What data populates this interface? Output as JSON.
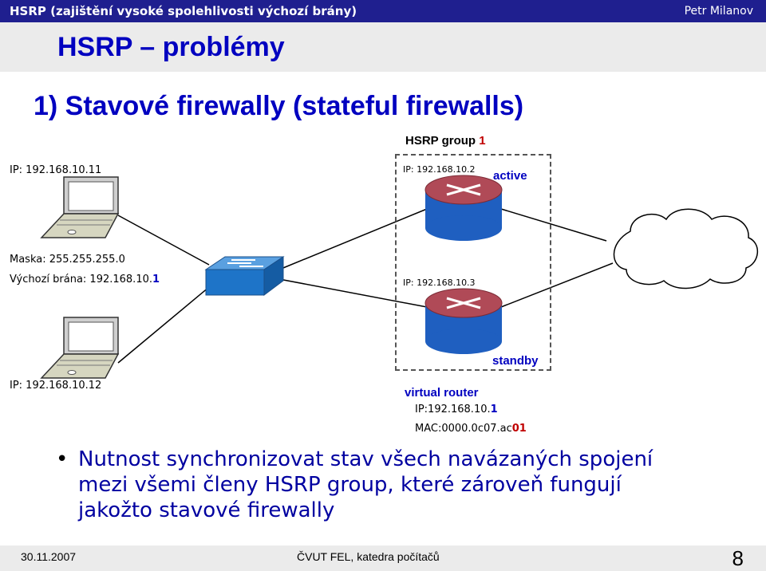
{
  "header": {
    "slide_topic": "HSRP (zajištění vysoké spolehlivosti výchozí brány)",
    "author": "Petr Milanov"
  },
  "title": "HSRP – problémy",
  "subtitle": "1) Stavové firewally (stateful firewalls)",
  "diagram": {
    "group_label": "HSRP group ",
    "group_number": "1",
    "router1_ip": "IP: 192.168.10.2",
    "router1_state": "active",
    "router2_ip": "IP: 192.168.10.3",
    "router2_state": "standby",
    "pc1_ip": "IP: 192.168.10.11",
    "pc2_ip": "IP: 192.168.10.12",
    "mask": "Maska: 255.255.255.0",
    "gateway_prefix": "Výchozí brána: 192.168.10.",
    "gateway_suffix": "1",
    "virtual_router_label": "virtual router",
    "vr_ip_prefix": "IP:192.168.10.",
    "vr_ip_suffix": "1",
    "vr_mac_prefix": "MAC:0000.0c07.ac",
    "vr_mac_suffix": "01"
  },
  "bullet": "Nutnost synchronizovat stav všech navázaných spojení mezi všemi členy HSRP group, které zároveň fungují jakožto stavové firewally",
  "footer": {
    "date": "30.11.2007",
    "institution": "ČVUT FEL, katedra počítačů",
    "page": "8"
  },
  "colors": {
    "title": "#0000c0",
    "header_bar": "#1f1f8f",
    "router_top": "#b04a57",
    "router_body": "#1f5fc0",
    "switch": "#1e74c8",
    "accent_red": "#c00000"
  }
}
